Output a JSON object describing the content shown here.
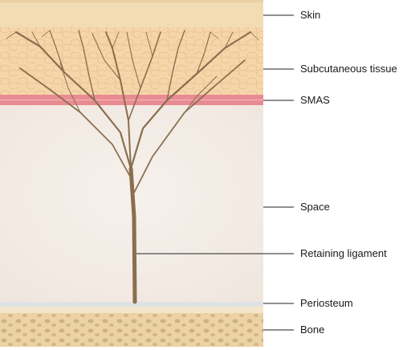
{
  "labels": {
    "skin": "Skin",
    "subcutaneous": "Subcutaneous tissue",
    "smas": "SMAS",
    "space": "Space",
    "retaining_ligament": "Retaining ligament",
    "periosteum": "Periosteum",
    "bone": "Bone"
  },
  "colors": {
    "skin": "#f2dcb4",
    "subcutaneous": "#f4d4a8",
    "smas": "#e98b92",
    "space": "#f5efe9",
    "periosteum": "#cfd3d6",
    "bone": "#ecd3a6",
    "ligament": "#8a6e4e",
    "leader_line": "#222222"
  }
}
